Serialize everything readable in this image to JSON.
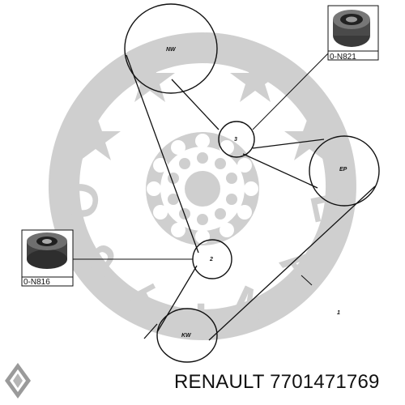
{
  "diagram": {
    "pulleys": {
      "nw": "NW",
      "p3": "3",
      "ep": "EP",
      "p2": "2",
      "kw": "KW"
    },
    "belt_label": "1",
    "parts": [
      {
        "code": "0-N821",
        "icon": "tensioner-roller-photo"
      },
      {
        "code": "0-N816",
        "icon": "idler-roller-photo"
      }
    ],
    "watermark": {
      "text": "OPTIMAL",
      "letters": [
        "O",
        "P",
        "T",
        "I",
        "M",
        "A",
        "L"
      ],
      "color": "#cfcfcf"
    }
  },
  "footer": {
    "brand": "RENAULT",
    "part_number": "7701471769",
    "logo_icon": "renault-diamond-logo"
  }
}
